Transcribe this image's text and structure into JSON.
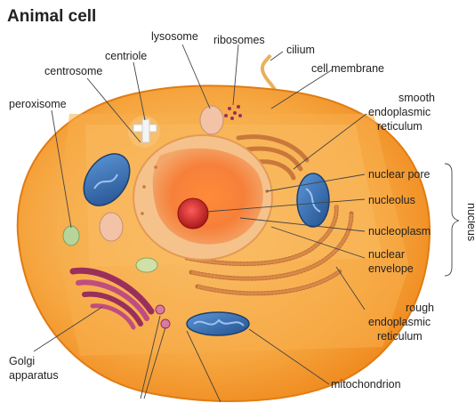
{
  "title": "Animal cell",
  "labels": {
    "lysosome": "lysosome",
    "ribosomes": "ribosomes",
    "cilium": "cilium",
    "centriole": "centriole",
    "centrosome": "centrosome",
    "cell_membrane": "cell membrane",
    "peroxisome": "peroxisome",
    "smooth_er": [
      "smooth",
      "endoplasmic",
      "reticulum"
    ],
    "nuclear_pore": "nuclear pore",
    "nucleolus": "nucleolus",
    "nucleoplasm": "nucleoplasm",
    "nuclear_envelope": [
      "nuclear",
      "envelope"
    ],
    "nucleus": "nucleus",
    "rough_er": [
      "rough",
      "endoplasmic",
      "reticulum"
    ],
    "golgi": [
      "Golgi",
      "apparatus"
    ],
    "mitochondrion": "mitochondrion"
  },
  "colors": {
    "cell_outer": "#f39a2e",
    "cytoplasm": "#f8b25a",
    "nucleus": "#f5c99a",
    "nucleolus": "#c92a2a",
    "mitochondria": "#3a6fb0",
    "golgi": "#b0406e",
    "er": "#d48a4a"
  }
}
